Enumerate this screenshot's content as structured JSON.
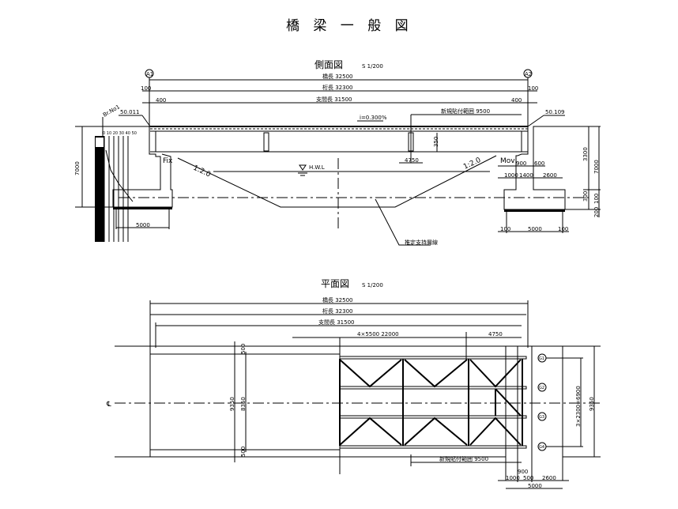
{
  "title": "橋 梁 一 般 図",
  "side_view": {
    "title": "側面図",
    "scale": "S 1/200",
    "dim_bridge_length": "橋長 32500",
    "dim_girder_length": "桁長 32300",
    "dim_span_length": "支間長 31500",
    "abutment_left": "A1",
    "abutment_right": "A2",
    "bridge_no": "Br.No1",
    "elev_left": "50.011",
    "elev_right": "50.109",
    "dim_100_left": "100",
    "dim_100_right": "100",
    "dim_400_left": "400",
    "dim_400_right": "400",
    "gradient": "i=0.300%",
    "range_dim": "新規貼付範囲  9500",
    "girder_height": "350",
    "stiffener_dim": "4750",
    "hwl": "H.W.L",
    "fix": "Fix",
    "mov": "Mov",
    "slope_left": "1:2.0",
    "slope_right": "1:2.0",
    "support_layer": "推定支持層線",
    "boring_scale": "0 10 20 30 40 50",
    "boring_depth": "7000",
    "left_footing": "5000",
    "right_dims": {
      "d900": "900",
      "d600": "600",
      "d1000": "1000",
      "d1400": "1400",
      "d2600": "2600",
      "d3300": "3300",
      "d7000": "7000",
      "d300": "300",
      "d100": "100",
      "d200": "200",
      "pile_left": "100",
      "footing": "5000",
      "pile_right": "100"
    }
  },
  "plan_view": {
    "title": "平面図",
    "scale": "S 1/200",
    "dim_bridge_length": "橋長 32500",
    "dim_girder_length": "桁長 32300",
    "dim_span_length": "支間長 31500",
    "panel_dim": "4×5500  22000",
    "end_panel_dim": "4750",
    "total_width": "9350",
    "road_width": "8350",
    "curb_top": "500",
    "curb_bottom": "500",
    "girders": [
      "G1",
      "G2",
      "G3",
      "G4"
    ],
    "girder_spacing": "3×2300=6900",
    "total_width_right": "9350",
    "range_dim": "新規貼付範囲  9500",
    "bottom_dims": {
      "d900": "900",
      "d1000": "1000",
      "d500": "500",
      "d2600": "2600",
      "d5000": "5000"
    }
  }
}
